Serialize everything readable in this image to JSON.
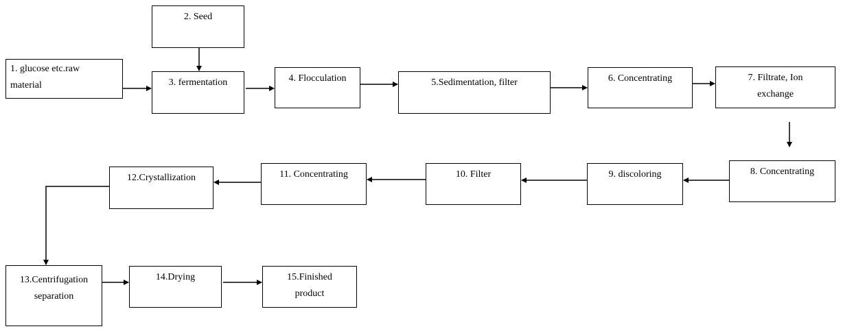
{
  "diagram": {
    "steps": {
      "s1": "1.     glucose etc.raw\n             material",
      "s2": "2. Seed",
      "s3": "3. fermentation",
      "s4": "4. Flocculation",
      "s5": "5.Sedimentation, filter",
      "s6": "6. Concentrating",
      "s7": "7. Filtrate, Ion\nexchange",
      "s8": "8. Concentrating",
      "s9": "9. discoloring",
      "s10": "10. Filter",
      "s11": "11. Concentrating",
      "s12": "12.Crystallization",
      "s13": "13.Centrifugation\nseparation",
      "s14": "14.Drying",
      "s15": "15.Finished\nproduct"
    },
    "line_color": "#000000"
  }
}
